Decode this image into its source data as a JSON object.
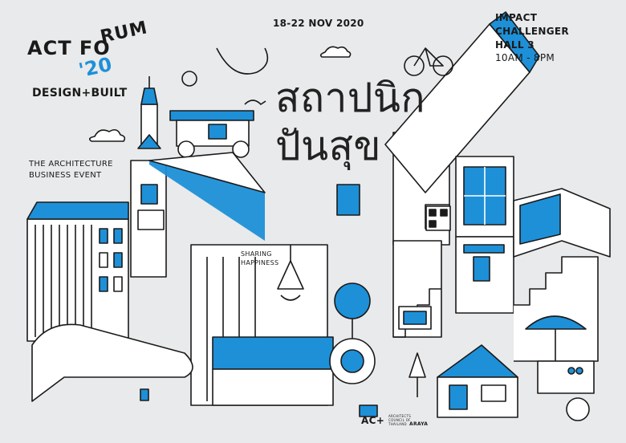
{
  "logo": {
    "part1": "ACT FO",
    "part2": "RUM",
    "year": "'20",
    "subtitle": "DESIGN+BUILT"
  },
  "tagline": {
    "line1": "THE ARCHITECTURE",
    "line2": "BUSINESS EVENT"
  },
  "event": {
    "dates": "18-22 NOV 2020",
    "venue_line1": "IMPACT",
    "venue_line2": "CHALLENGER",
    "venue_line3": "HALL 3",
    "hours": "10AM - 8PM"
  },
  "illustration": {
    "sign_line1": "SHARING",
    "sign_line2": "HAPPINESS",
    "thai_title_line1": "สถาปนิก",
    "thai_title_line2": "ปันสุข"
  },
  "sponsors": {
    "act_plus": "AC+",
    "act_plus_sub1": "ARCHITECTS",
    "act_plus_sub2": "COUNCIL OF",
    "act_plus_sub3": "THAILAND",
    "araya": "ARAYA"
  },
  "colors": {
    "background": "#e9eaeb",
    "accent": "#1e90d8",
    "ink": "#1a1a1a"
  }
}
